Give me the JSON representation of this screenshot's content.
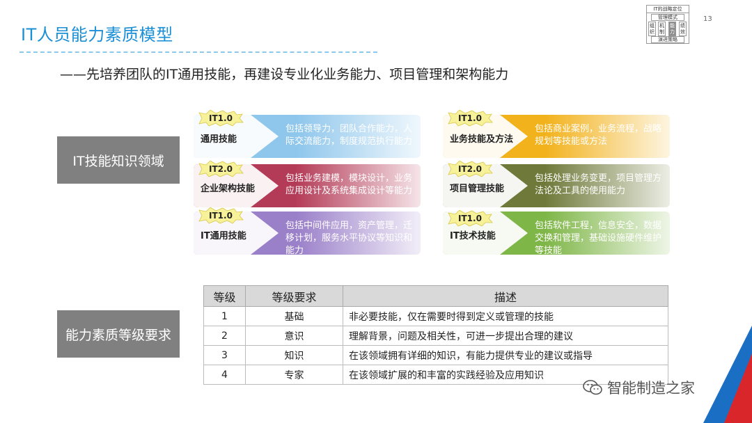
{
  "title": "IT人员能力素质模型",
  "subtitle": "——先培养团队的IT通用技能，再建设专业化业务能力、项目管理和架构能力",
  "page_number": "13",
  "mini_diagram": {
    "top": "IT的战略定位",
    "second": "管理模式",
    "cells": [
      "组织",
      "机制",
      "能力",
      "绩效"
    ],
    "bottom": "演进策略"
  },
  "section1_label": "IT技能知识领域",
  "section2_label": "能力素质等级要求",
  "cards": [
    {
      "badge": "IT1.0",
      "skill": "通用技能",
      "desc": "包括领导力，团队合作能力，人际交流能力，制度规范执行能力",
      "color": "#8ec6ec"
    },
    {
      "badge": "IT2.0",
      "skill": "企业架构技能",
      "desc": "包括业务建模，模块设计，业务应用设计及系统集成设计等能力",
      "color": "#b43b57"
    },
    {
      "badge": "IT1.0",
      "skill": "IT通用技能",
      "desc": "包括中间件应用，资产管理，迁移计划，服务水平协议等知识和能力",
      "color": "#9a7fc9"
    },
    {
      "badge": "IT1.0",
      "skill": "业务技能及方法",
      "desc": "包括商业案例，业务流程，战略规划等技能或方法",
      "color": "#f2b21c"
    },
    {
      "badge": "IT2.0",
      "skill": "项目管理技能",
      "desc": "包括处理业务变更，项目管理方法论及工具的使用能力",
      "color": "#6f7a3a"
    },
    {
      "badge": "IT1.0",
      "skill": "IT技术技能",
      "desc": "包括软件工程，信息安全，数据交换和管理，基础设施硬件维护等技能",
      "color": "#7fb648"
    }
  ],
  "table": {
    "headers": [
      "等级",
      "等级要求",
      "描述"
    ],
    "rows": [
      [
        "1",
        "基础",
        "非必要技能，仅在需要时得到定义或管理的技能"
      ],
      [
        "2",
        "意识",
        "理解背景，问题及相关性，可进一步提出合理的建议"
      ],
      [
        "3",
        "知识",
        "在该领域拥有详细的知识，有能力提供专业的建议或指导"
      ],
      [
        "4",
        "专家",
        "在该领域扩展的和丰富的实践经验及应用知识"
      ]
    ]
  },
  "watermark": "智能制造之家"
}
